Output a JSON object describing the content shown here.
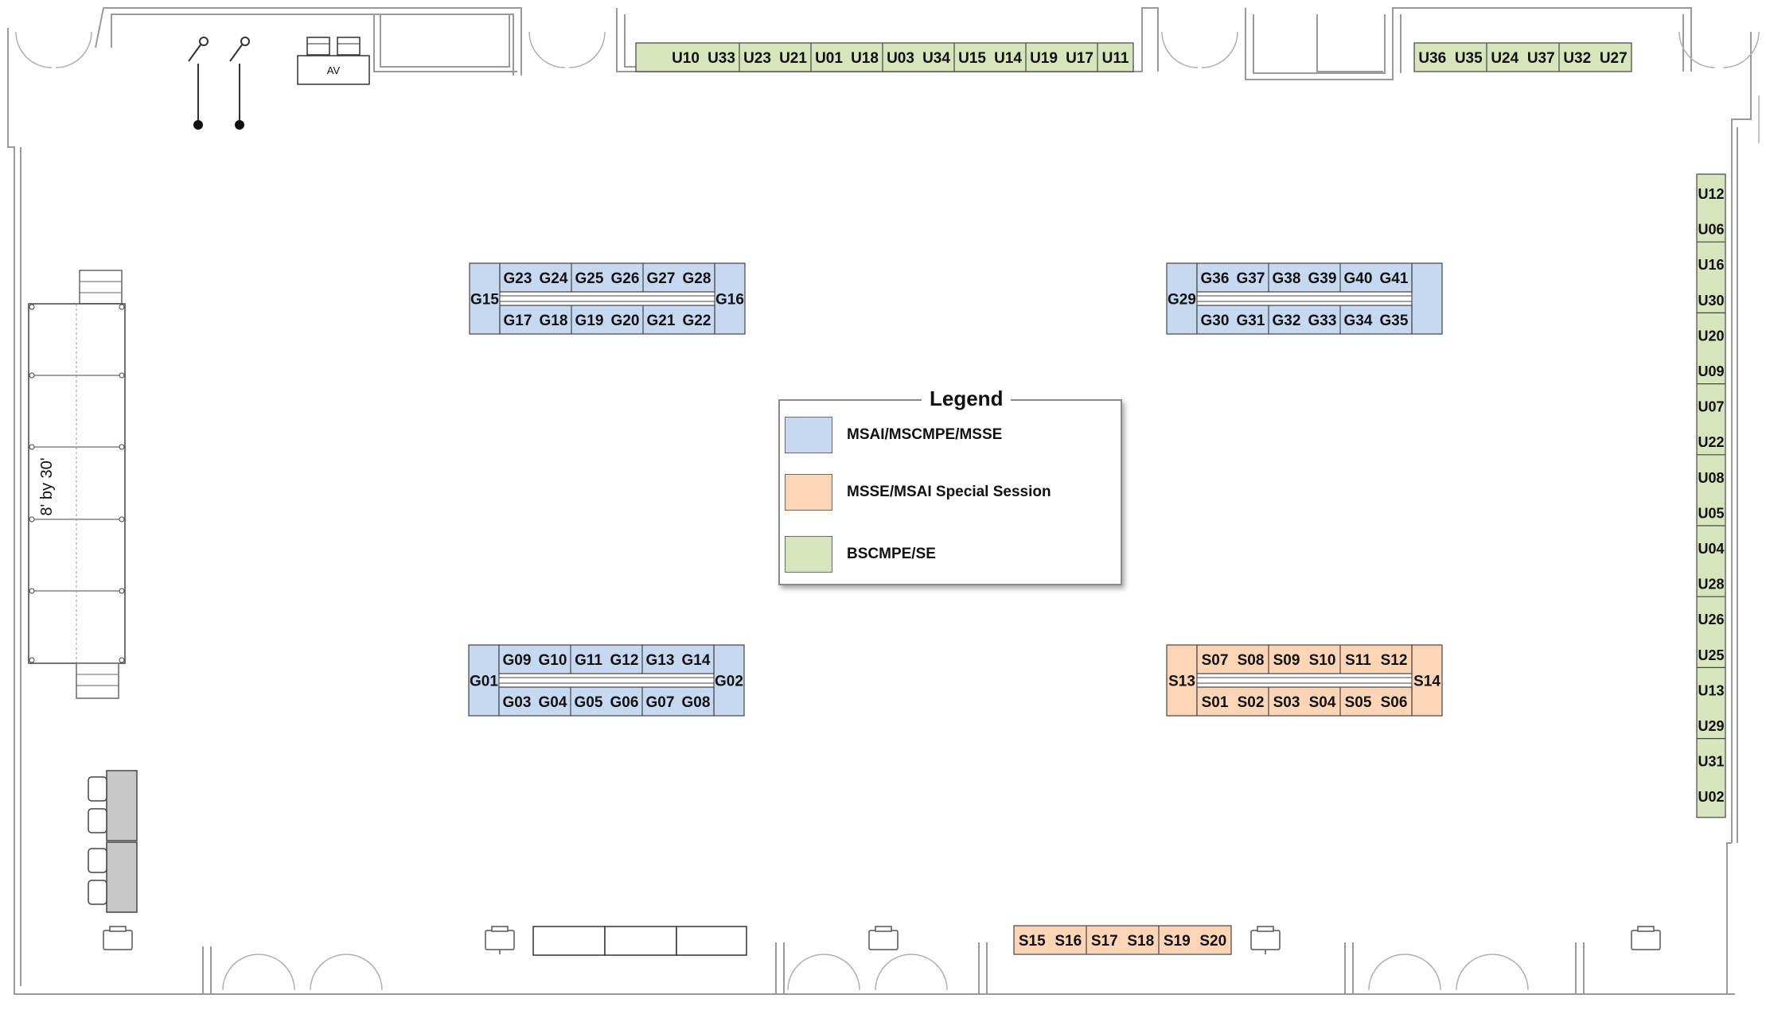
{
  "colors": {
    "graduate": "#c6d9f1",
    "special": "#fbd5b5",
    "undergrad": "#d7e4bc",
    "booth_border": "#444444",
    "wall": "#9a9a9a"
  },
  "room": {
    "av_label": "AV",
    "stage_label": "8' by 30'"
  },
  "legend": {
    "title": "Legend",
    "items": [
      {
        "group": "graduate",
        "label": "MSAI/MSCMPE/MSSE"
      },
      {
        "group": "special",
        "label": "MSSE/MSAI Special Session"
      },
      {
        "group": "undergrad",
        "label": "BSCMPE/SE"
      }
    ]
  },
  "booths": {
    "top_row_left": [
      "U10",
      "U33",
      "U23",
      "U21",
      "U01",
      "U18",
      "U03",
      "U34",
      "U15",
      "U14",
      "U19",
      "U17",
      "U11"
    ],
    "top_row_right": [
      "U36",
      "U35",
      "U24",
      "U37",
      "U32",
      "U27"
    ],
    "right_column": [
      "U12",
      "U06",
      "U16",
      "U30",
      "U20",
      "U09",
      "U07",
      "U22",
      "U08",
      "U05",
      "U04",
      "U28",
      "U26",
      "U25",
      "U13",
      "U29",
      "U31",
      "U02"
    ],
    "bottom_row": [
      "S15",
      "S16",
      "S17",
      "S18",
      "S19",
      "S20"
    ],
    "island_g_upper_left": {
      "top": [
        "G23",
        "G24",
        "G25",
        "G26",
        "G27",
        "G28"
      ],
      "bottom": [
        "G17",
        "G18",
        "G19",
        "G20",
        "G21",
        "G22"
      ],
      "left": "G15",
      "right": "G16"
    },
    "island_g_upper_right": {
      "top": [
        "G36",
        "G37",
        "G38",
        "G39",
        "G40",
        "G41"
      ],
      "bottom": [
        "G30",
        "G31",
        "G32",
        "G33",
        "G34",
        "G35"
      ],
      "left": "G29",
      "right": ""
    },
    "island_g_lower_left": {
      "top": [
        "G09",
        "G10",
        "G11",
        "G12",
        "G13",
        "G14"
      ],
      "bottom": [
        "G03",
        "G04",
        "G05",
        "G06",
        "G07",
        "G08"
      ],
      "left": "G01",
      "right": "G02"
    },
    "island_s_lower_right": {
      "top": [
        "S07",
        "S08",
        "S09",
        "S10",
        "S11",
        "S12"
      ],
      "bottom": [
        "S01",
        "S02",
        "S03",
        "S04",
        "S05",
        "S06"
      ],
      "left": "S13",
      "right": "S14"
    }
  }
}
